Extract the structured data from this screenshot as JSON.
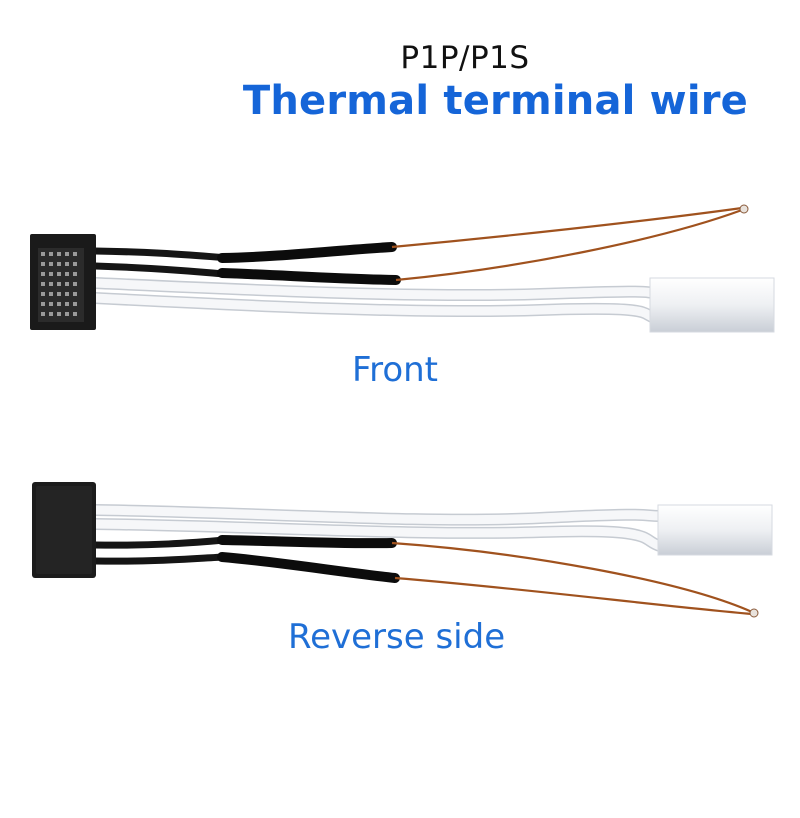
{
  "header": {
    "model": "P1P/P1S",
    "title": "Thermal terminal wire"
  },
  "views": [
    {
      "caption": "Front"
    },
    {
      "caption": "Reverse side"
    }
  ],
  "colors": {
    "title": "#1565d8",
    "caption": "#1f6fd6",
    "copper_wire": "#a0521e",
    "black_wire": "#151515",
    "white_wire": "#f2f4f6",
    "connector": "#1a1a1a"
  }
}
